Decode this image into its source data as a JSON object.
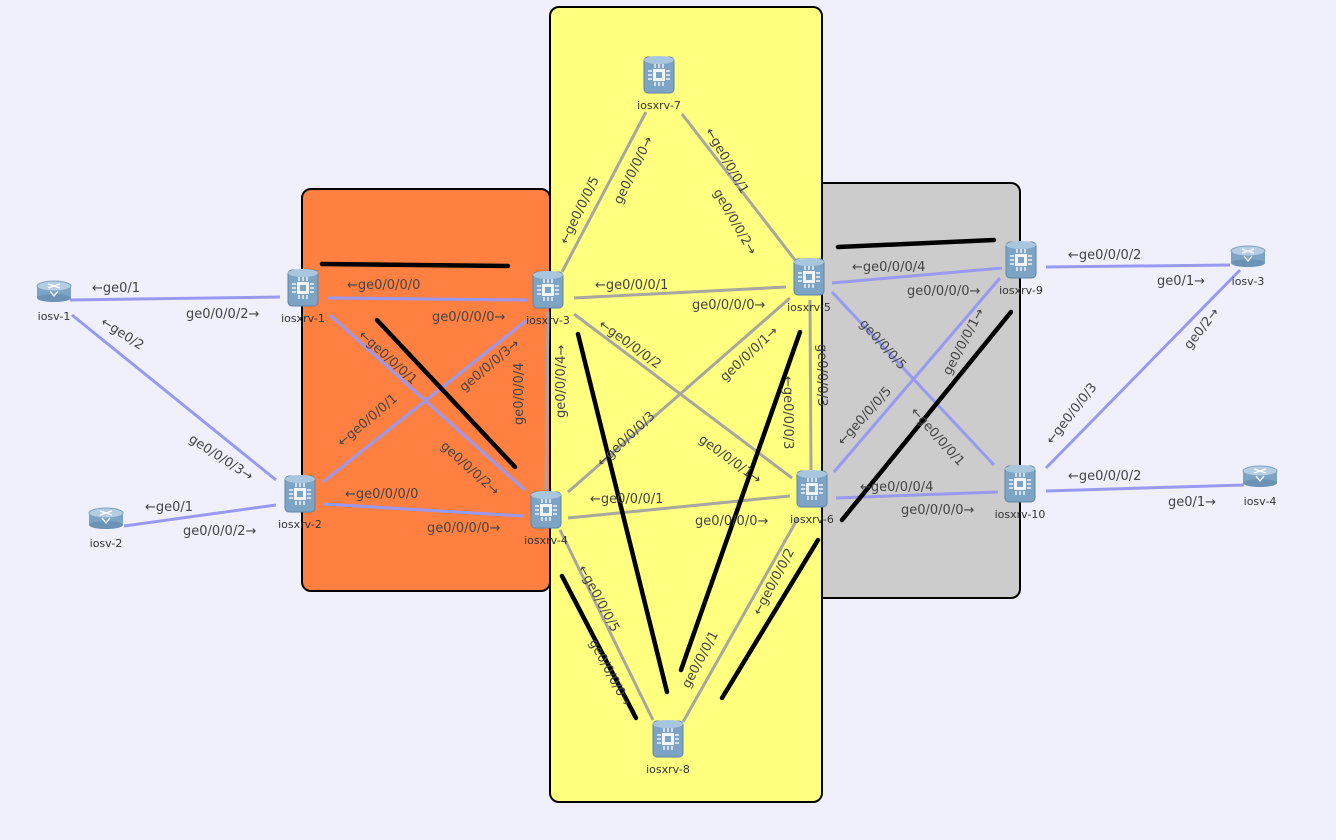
{
  "colors": {
    "background": "#f0f0fd",
    "zone_orange": "#ff8040",
    "zone_yellow": "#ffff80",
    "zone_gray": "#cccccc",
    "link_blue": "#9999f2",
    "link_gray": "#a7a7a0",
    "annotation_black": "#000000"
  },
  "nodes": [
    {
      "id": "iosv-1",
      "label": "iosv-1",
      "type": "router-icon"
    },
    {
      "id": "iosv-2",
      "label": "iosv-2",
      "type": "router-icon"
    },
    {
      "id": "iosv-3",
      "label": "iosv-3",
      "type": "router-icon"
    },
    {
      "id": "iosv-4",
      "label": "iosv-4",
      "type": "router-icon"
    },
    {
      "id": "iosxrv-1",
      "label": "iosxrv-1",
      "type": "xr-router-icon"
    },
    {
      "id": "iosxrv-2",
      "label": "iosxrv-2",
      "type": "xr-router-icon"
    },
    {
      "id": "iosxrv-3",
      "label": "iosxrv-3",
      "type": "xr-router-icon"
    },
    {
      "id": "iosxrv-4",
      "label": "iosxrv-4",
      "type": "xr-router-icon"
    },
    {
      "id": "iosxrv-5",
      "label": "iosxrv-5",
      "type": "xr-router-icon"
    },
    {
      "id": "iosxrv-6",
      "label": "iosxrv-6",
      "type": "xr-router-icon"
    },
    {
      "id": "iosxrv-7",
      "label": "iosxrv-7",
      "type": "xr-router-icon"
    },
    {
      "id": "iosxrv-8",
      "label": "iosxrv-8",
      "type": "xr-router-icon"
    },
    {
      "id": "iosxrv-9",
      "label": "iosxrv-9",
      "type": "xr-router-icon"
    },
    {
      "id": "iosxrv-10",
      "label": "iosxrv-10",
      "type": "xr-router-icon"
    }
  ],
  "links": [
    {
      "a": "iosv-1",
      "b": "iosxrv-1",
      "color": "blue"
    },
    {
      "a": "iosv-1",
      "b": "iosxrv-2",
      "color": "blue"
    },
    {
      "a": "iosv-2",
      "b": "iosxrv-2",
      "color": "blue"
    },
    {
      "a": "iosxrv-1",
      "b": "iosxrv-3",
      "color": "blue"
    },
    {
      "a": "iosxrv-1",
      "b": "iosxrv-4",
      "color": "blue"
    },
    {
      "a": "iosxrv-2",
      "b": "iosxrv-3",
      "color": "blue"
    },
    {
      "a": "iosxrv-2",
      "b": "iosxrv-4",
      "color": "blue"
    },
    {
      "a": "iosxrv-3",
      "b": "iosxrv-4",
      "color": "gray"
    },
    {
      "a": "iosxrv-3",
      "b": "iosxrv-7",
      "color": "gray"
    },
    {
      "a": "iosxrv-7",
      "b": "iosxrv-5",
      "color": "gray"
    },
    {
      "a": "iosxrv-3",
      "b": "iosxrv-5",
      "color": "gray"
    },
    {
      "a": "iosxrv-3",
      "b": "iosxrv-6",
      "color": "gray"
    },
    {
      "a": "iosxrv-4",
      "b": "iosxrv-5",
      "color": "gray"
    },
    {
      "a": "iosxrv-4",
      "b": "iosxrv-6",
      "color": "gray"
    },
    {
      "a": "iosxrv-5",
      "b": "iosxrv-6",
      "color": "gray"
    },
    {
      "a": "iosxrv-4",
      "b": "iosxrv-8",
      "color": "gray"
    },
    {
      "a": "iosxrv-6",
      "b": "iosxrv-8",
      "color": "gray"
    },
    {
      "a": "iosxrv-5",
      "b": "iosxrv-9",
      "color": "blue"
    },
    {
      "a": "iosxrv-5",
      "b": "iosxrv-10",
      "color": "blue"
    },
    {
      "a": "iosxrv-6",
      "b": "iosxrv-9",
      "color": "blue"
    },
    {
      "a": "iosxrv-6",
      "b": "iosxrv-10",
      "color": "blue"
    },
    {
      "a": "iosxrv-9",
      "b": "iosv-3",
      "color": "blue"
    },
    {
      "a": "iosxrv-10",
      "b": "iosv-3",
      "color": "blue"
    },
    {
      "a": "iosxrv-10",
      "b": "iosv-4",
      "color": "blue"
    }
  ],
  "port_labels": [
    "←ge0/1",
    "ge0/0/0/2→",
    "←ge0/2",
    "ge0/0/0/3→",
    "←ge0/1",
    "ge0/0/0/2→",
    "←ge0/0/0/0",
    "ge0/0/0/0→",
    "←ge0/0/0/1",
    "ge0/0/0/2→",
    "←ge0/0/0/1",
    "ge0/0/0/3→",
    "←ge0/0/0/0",
    "ge0/0/0/0→",
    "ge0/0/0/4",
    "ge0/0/0/4→",
    "←ge0/0/0/5",
    "ge0/0/0/0→",
    "←ge0/0/0/1",
    "ge0/0/0/2→",
    "←ge0/0/0/1",
    "ge0/0/0/0→",
    "←ge0/0/0/2",
    "ge0/0/0/1→",
    "ge0/0/0/1→",
    "←ge0/0/0/3",
    "←ge0/0/0/1",
    "ge0/0/0/0→",
    "ge0/0/0/3",
    "←ge0/0/0/3",
    "←ge0/0/0/5",
    "ge0/0/0/0→",
    "ge0/0/0/1",
    "←ge0/0/0/2",
    "←ge0/0/0/4",
    "ge0/0/0/0→",
    "←ge0/0/0/4",
    "ge0/0/0/0→",
    "ge0/0/0/5",
    "←ge0/0/0/5",
    "ge0/0/0/1→",
    "←ge0/0/0/1",
    "←ge0/0/0/2",
    "ge0/1→",
    "←ge0/0/0/3",
    "ge0/2→",
    "←ge0/0/0/2",
    "ge0/1→"
  ]
}
